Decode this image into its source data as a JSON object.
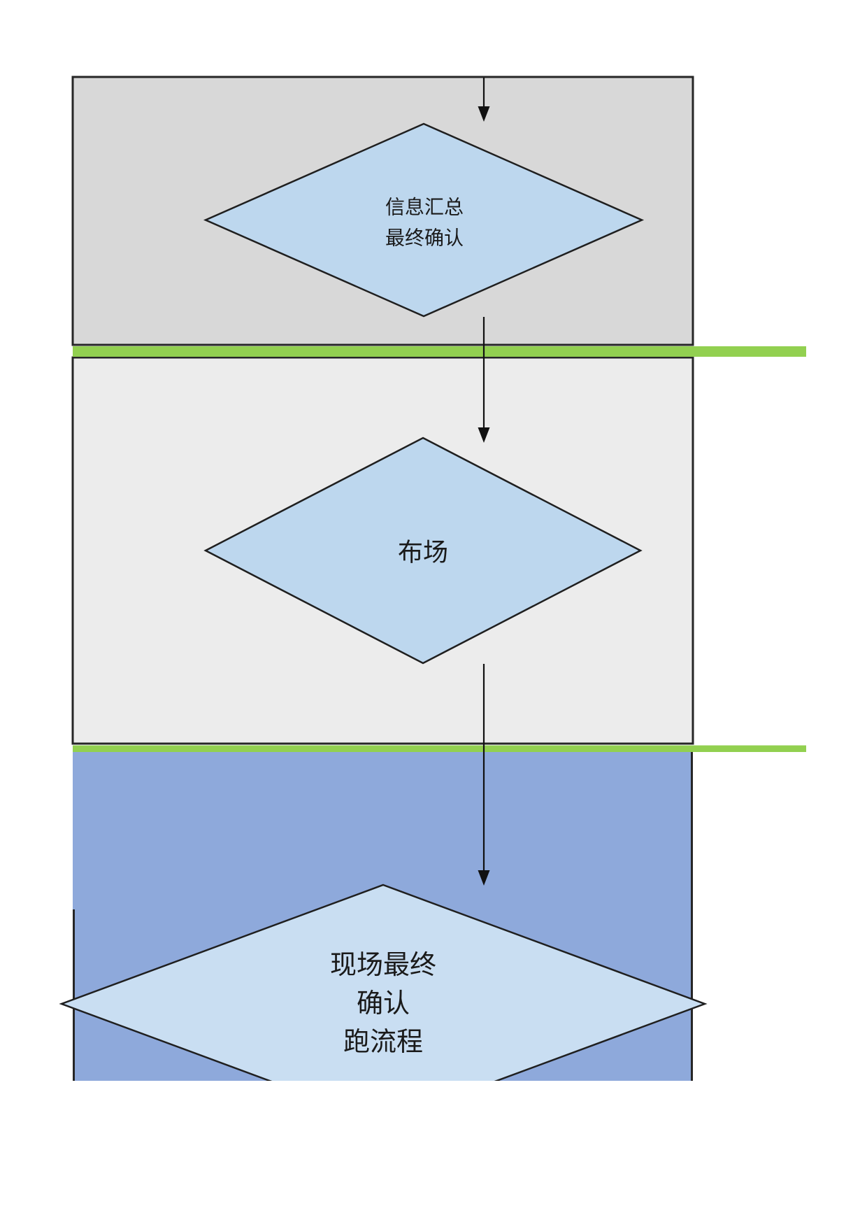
{
  "page": {
    "background": "#ffffff",
    "description_labels": {
      "phase_count": "3"
    }
  },
  "colors": {
    "panel_border": "#262626",
    "diamond_border": "#1f1f1f",
    "divider_green": "#92d050",
    "text": "#1a1a1a",
    "arrow": "#111111"
  },
  "sections": [
    {
      "id": "phase-1",
      "fill": "#d8d8d8"
    },
    {
      "id": "phase-2",
      "fill": "#ececec"
    },
    {
      "id": "phase-3",
      "fill": "#8ea9db"
    }
  ],
  "diamonds": [
    {
      "id": "info-summary-final-confirm",
      "fill": "#bdd7ee",
      "lines": [
        "信息汇总",
        "最终确认"
      ]
    },
    {
      "id": "venue-setup",
      "fill": "#bdd7ee",
      "lines": [
        "布场"
      ]
    },
    {
      "id": "onsite-final-confirm-run-process",
      "fill": "#c9def2",
      "lines": [
        "现场最终",
        "确认",
        "跑流程"
      ]
    }
  ],
  "arrows": {
    "color": "#111111",
    "count": "3"
  }
}
